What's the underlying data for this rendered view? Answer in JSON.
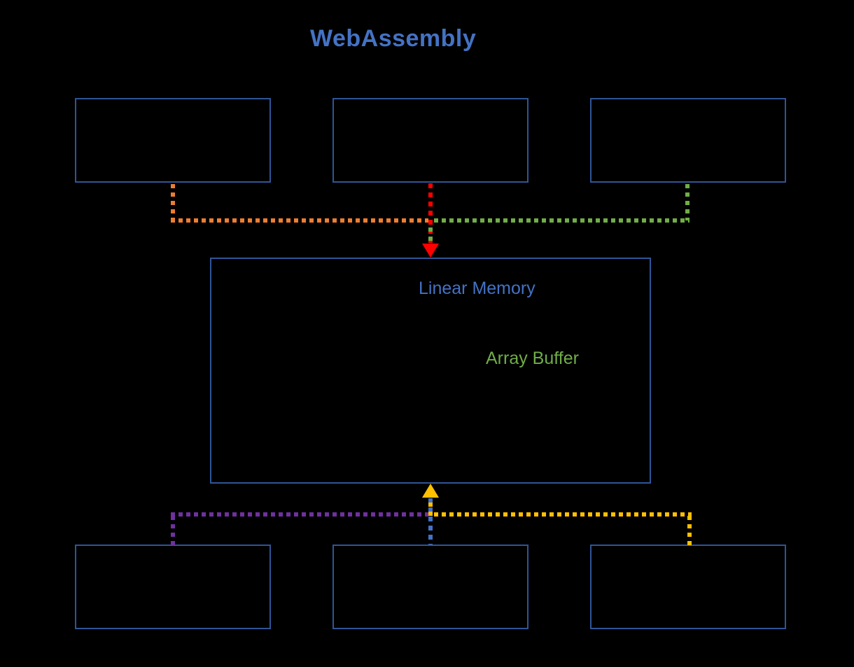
{
  "title": {
    "text": "WebAssembly",
    "color": "#4472C4"
  },
  "canvas": {
    "background": "#000000",
    "box_border_color": "#2F5597"
  },
  "memory_box": {
    "label": "Linear Memory",
    "label_color": "#4472C4",
    "sublabel": "Array Buffer",
    "sublabel_color": "#70AD47"
  },
  "boxes": {
    "top_row_count": 3,
    "bottom_row_count": 3,
    "labels_visible": false
  },
  "connectors": [
    {
      "from": "top-left-box",
      "to": "linear-memory-box",
      "color": "#ED7D31",
      "style": "dotted",
      "arrowhead": "none"
    },
    {
      "from": "top-center-box",
      "to": "linear-memory-box",
      "color": "#FF0000",
      "style": "dotted",
      "arrowhead": "down-into-memory-top"
    },
    {
      "from": "top-right-box",
      "to": "linear-memory-box",
      "color": "#70AD47",
      "style": "dotted",
      "arrowhead": "none"
    },
    {
      "from": "bottom-left-box",
      "to": "linear-memory-box",
      "color": "#7030A0",
      "style": "dotted",
      "arrowhead": "none"
    },
    {
      "from": "bottom-center-box",
      "to": "linear-memory-box",
      "color": "#4472C4",
      "style": "dotted",
      "arrowhead": "up-into-memory-bottom"
    },
    {
      "from": "bottom-right-box",
      "to": "linear-memory-box",
      "color": "#FFC000",
      "style": "dotted",
      "arrowhead": "none"
    }
  ],
  "arrows": [
    {
      "position": "memory-box-top",
      "direction": "down",
      "color": "#FF0000"
    },
    {
      "position": "memory-box-bottom",
      "direction": "up",
      "color": "#FFC000"
    }
  ]
}
